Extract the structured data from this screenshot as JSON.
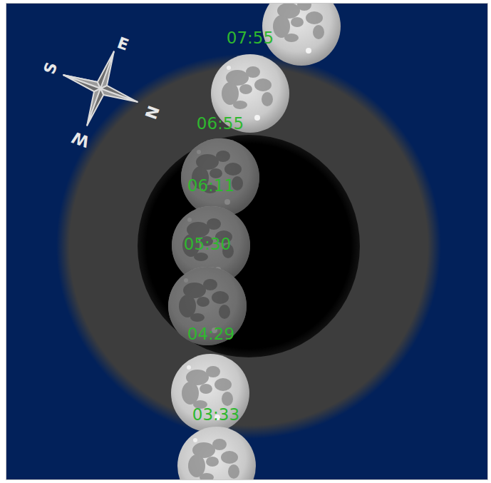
{
  "diagram": {
    "labels": [
      "07:55",
      "06:55",
      "06:11",
      "05:30",
      "04:29",
      "03:33",
      "E",
      "N",
      "W",
      "S"
    ]
  }
}
